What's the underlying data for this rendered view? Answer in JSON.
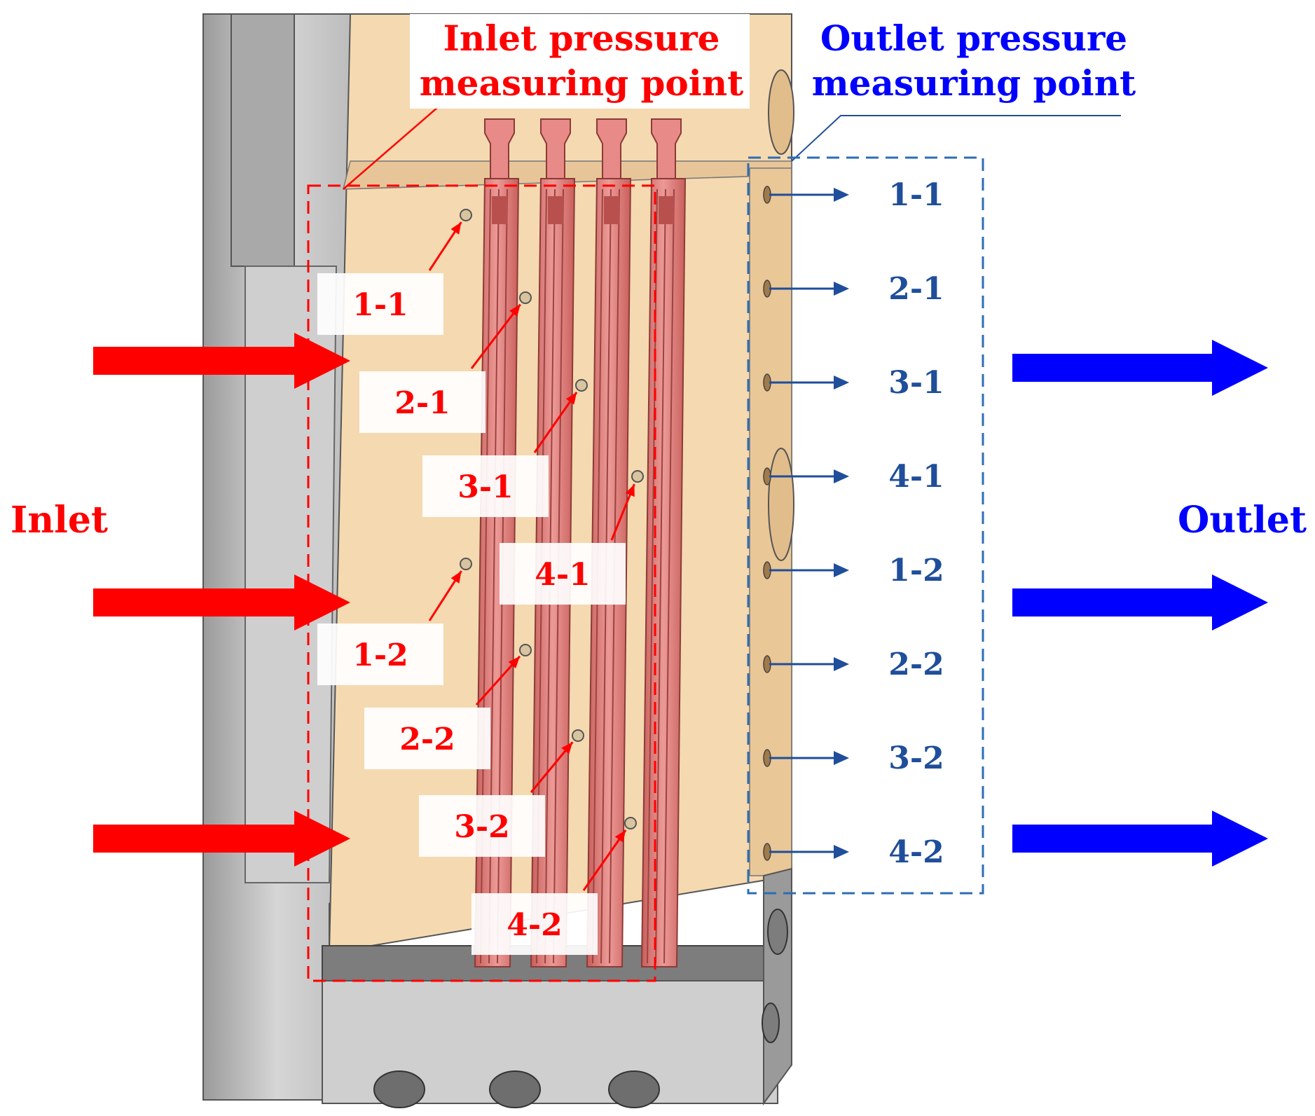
{
  "title_inlet_point": [
    "Inlet pressure",
    "measuring point"
  ],
  "title_outlet_point": [
    "Outlet pressure",
    "measuring point"
  ],
  "inlet_label": "Inlet",
  "outlet_label": "Outlet",
  "inlet_points": [
    "1-1",
    "2-1",
    "3-1",
    "4-1",
    "1-2",
    "2-2",
    "3-2",
    "4-2"
  ],
  "outlet_points": [
    "1-1",
    "2-1",
    "3-1",
    "4-1",
    "1-2",
    "2-2",
    "3-2",
    "4-2"
  ],
  "colors": {
    "inlet": "#ff0000",
    "outlet": "#0000ff",
    "outlet_points": "#1f4e9a",
    "outlet_box": "#2e6db4",
    "block": "#f5d9b0",
    "block_shade": "#e8c599",
    "plates": "#e88a87",
    "plates_dark": "#b8514e",
    "frame": "#c8c8c8",
    "frame_dark": "#8e8e8e"
  }
}
